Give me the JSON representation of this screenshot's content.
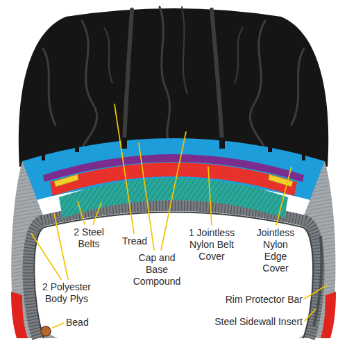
{
  "diagram": {
    "labels": [
      "2 Steel Belts",
      "Tread",
      "Cap and Base Compound",
      "1 Jointless Nylon Belt Cover",
      "Jointless Nylon Edge Cover",
      "2 Polyester Body Plys",
      "Rim Protector Bar",
      "Bead",
      "Steel Sidewall Insert"
    ]
  }
}
